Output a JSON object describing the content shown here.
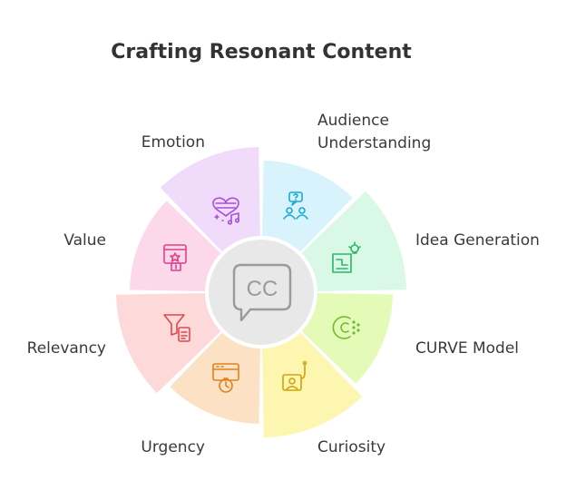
{
  "title": "Crafting Resonant Content",
  "center": {
    "icon": "closed-captions-speech-bubble-icon",
    "text": "CC",
    "color": "#9a9a9a"
  },
  "segments": [
    {
      "id": "audience",
      "label_lines": [
        "Audience",
        "Understanding"
      ],
      "icon": "question-people-icon",
      "fill": "#d9f3fc",
      "stroke": "#19a9d6"
    },
    {
      "id": "idea",
      "label_lines": [
        "Idea Generation"
      ],
      "icon": "lightbulb-board-icon",
      "fill": "#d9f8e6",
      "stroke": "#27b86a"
    },
    {
      "id": "curve",
      "label_lines": [
        "CURVE Model"
      ],
      "icon": "curve-model-icon",
      "fill": "#e4fbb8",
      "stroke": "#72b82c"
    },
    {
      "id": "curiosity",
      "label_lines": [
        "Curiosity"
      ],
      "icon": "hook-image-icon",
      "fill": "#fdf6b0",
      "stroke": "#d3a20c"
    },
    {
      "id": "urgency",
      "label_lines": [
        "Urgency"
      ],
      "icon": "timer-window-icon",
      "fill": "#fde1c4",
      "stroke": "#e0821c"
    },
    {
      "id": "relevancy",
      "label_lines": [
        "Relevancy"
      ],
      "icon": "filter-list-icon",
      "fill": "#fdd9d9",
      "stroke": "#e0494d"
    },
    {
      "id": "value",
      "label_lines": [
        "Value"
      ],
      "icon": "award-screen-icon",
      "fill": "#fdd7ea",
      "stroke": "#e0418a"
    },
    {
      "id": "emotion",
      "label_lines": [
        "Emotion"
      ],
      "icon": "heart-music-icon",
      "fill": "#f1dbfb",
      "stroke": "#a84fd8"
    }
  ]
}
